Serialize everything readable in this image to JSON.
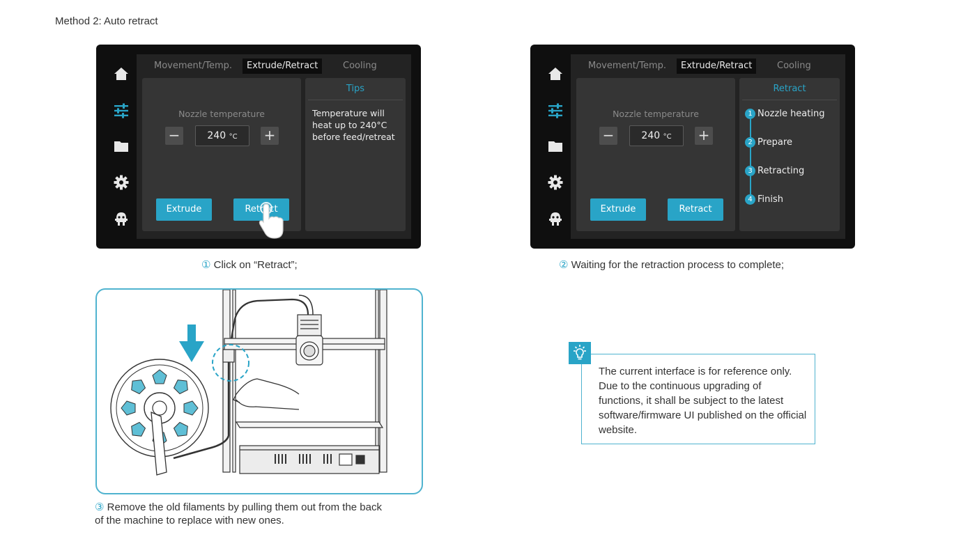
{
  "heading": "Method 2: Auto retract",
  "colors": {
    "accent": "#29a4c7",
    "screen_bg": "#0f0f0f",
    "card_bg": "#353535"
  },
  "sidebar_icons": [
    "home-icon",
    "sliders-icon",
    "folder-icon",
    "gear-icon",
    "robot-icon"
  ],
  "screen1": {
    "tabs": [
      "Movement/Temp.",
      "Extrude/Retract",
      "Cooling"
    ],
    "active_tab": "Extrude/Retract",
    "nozzle_label": "Nozzle temperature",
    "minus": "−",
    "plus": "+",
    "temp_value": "240",
    "temp_unit": "°C",
    "extrude_label": "Extrude",
    "retract_label": "Retract",
    "tips_title": "Tips",
    "tips_text": "Temperature will heat up to 240°C before feed/retreat"
  },
  "screen2": {
    "tabs": [
      "Movement/Temp.",
      "Extrude/Retract",
      "Cooling"
    ],
    "active_tab": "Extrude/Retract",
    "nozzle_label": "Nozzle temperature",
    "minus": "−",
    "plus": "+",
    "temp_value": "240",
    "temp_unit": "°C",
    "extrude_label": "Extrude",
    "retract_label": "Retract",
    "retract_title": "Retract",
    "steps": [
      {
        "num": "1",
        "label": "Nozzle heating"
      },
      {
        "num": "2",
        "label": "Prepare"
      },
      {
        "num": "3",
        "label": "Retracting"
      },
      {
        "num": "4",
        "label": "Finish"
      }
    ]
  },
  "captions": {
    "step1_num": "①",
    "step1_text": "Click on “Retract”;",
    "step2_num": "②",
    "step2_text": "Waiting for the retraction process to complete;",
    "step3_num": "③",
    "step3_text_line1": "Remove the old filaments by pulling them out from the back",
    "step3_text_line2": "of the machine to replace with new ones."
  },
  "note": {
    "icon": "lightbulb-icon",
    "text": "The current interface is for reference only. Due to the continuous upgrading of functions, it shall be subject to the latest software/firmware UI published on the official website."
  }
}
